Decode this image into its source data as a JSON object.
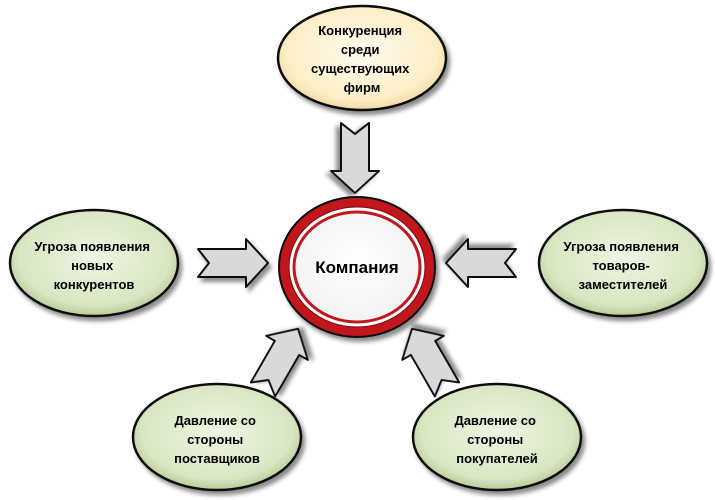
{
  "center": {
    "label": "Компания"
  },
  "nodes": {
    "top": {
      "lines": [
        "Конкуренция",
        "среди",
        "существующих",
        "фирм"
      ]
    },
    "left": {
      "lines": [
        "Угроза появления",
        "новых",
        "конкурентов"
      ]
    },
    "right": {
      "lines": [
        "Угроза появления",
        "товаров-",
        "заместителей"
      ]
    },
    "bottom_left": {
      "lines": [
        "Давление со",
        "стороны",
        "поставщиков"
      ]
    },
    "bottom_right": {
      "lines": [
        "Давление со",
        "стороны",
        "покупателей"
      ]
    }
  },
  "colors": {
    "top_fill": "#fdeec6",
    "side_fill": "#d9e6c2",
    "ring_red": "#c0181e",
    "center_fill": "#f2f2f2",
    "arrow_fill": "#d9d9d9",
    "outline": "#111111"
  }
}
